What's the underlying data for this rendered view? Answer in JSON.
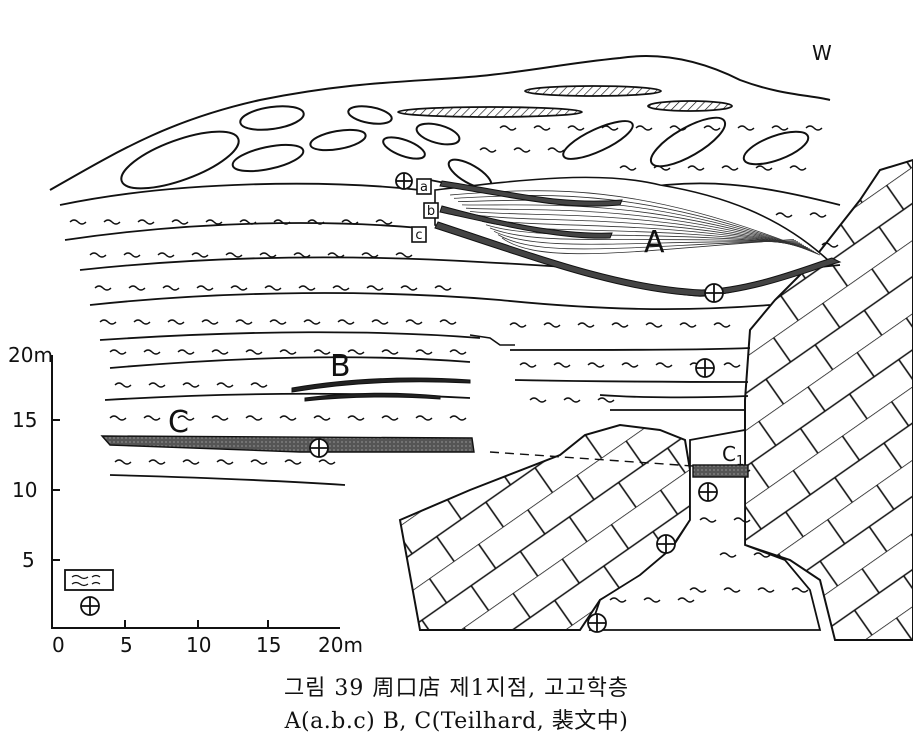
{
  "figure": {
    "direction_label": "W",
    "layer_labels": {
      "a": "A",
      "b": "B",
      "c": "C",
      "c1": "C",
      "c1_sub": "1"
    },
    "sample_labels": {
      "a": "a",
      "b": "b",
      "c": "c"
    },
    "scale": {
      "y_labels": [
        "20m",
        "15",
        "10",
        "5"
      ],
      "x_labels": [
        "0",
        "5",
        "10",
        "15",
        "20m"
      ]
    }
  },
  "caption": {
    "line1": "그림 39  周口店 제1지점, 고고학층",
    "line2": "A(a.b.c)  B, C(Teilhard, 裴文中)"
  },
  "colors": {
    "ink": "#111111",
    "layer_fill": "#555555"
  }
}
